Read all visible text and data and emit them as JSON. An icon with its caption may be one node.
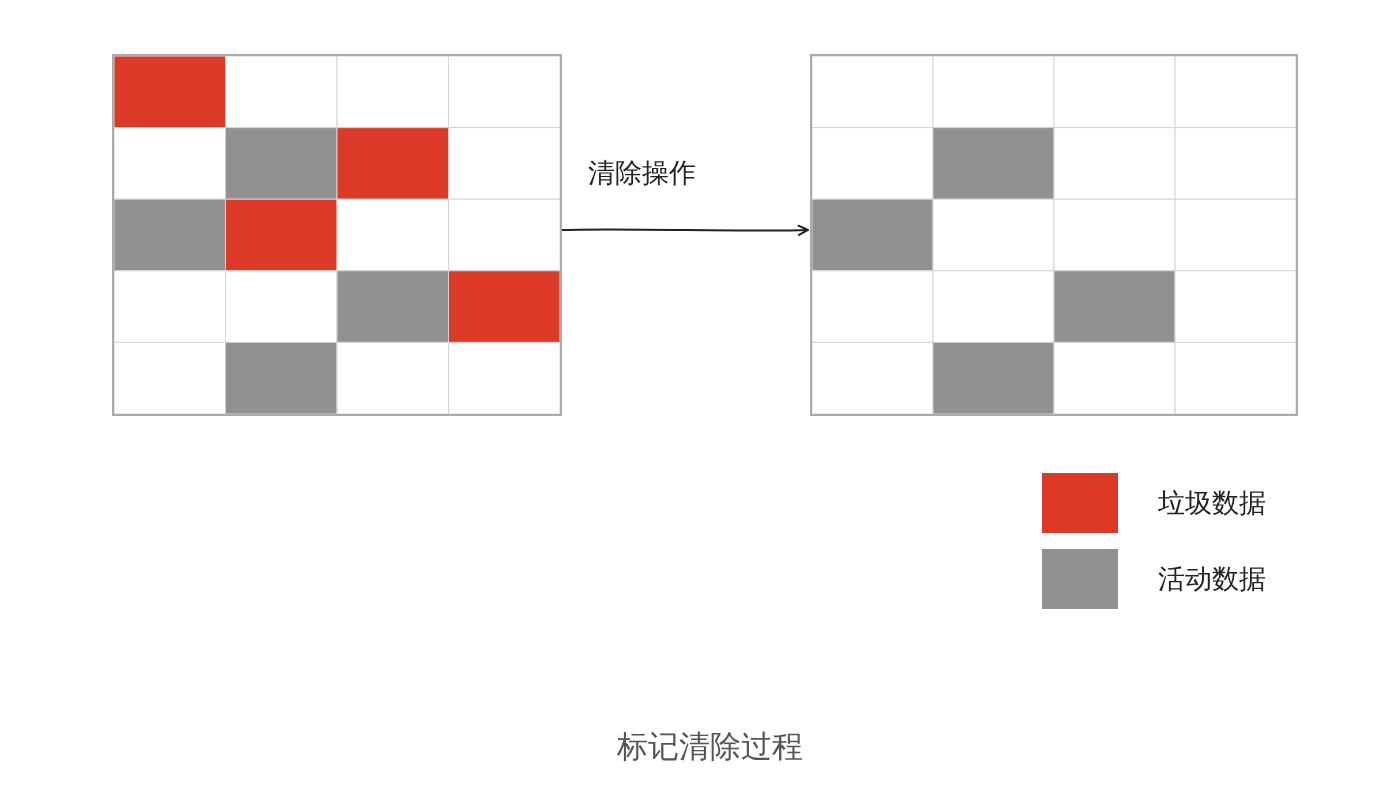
{
  "diagram": {
    "caption": "标记清除过程",
    "nodes": [
      {
        "text": [],
        "shape": "grid"
      },
      {
        "text": [],
        "shape": "grid"
      }
    ],
    "edges": [
      {
        "from": 0,
        "to": 1,
        "arrow": "to",
        "label": "清除操作"
      }
    ],
    "legend": [
      {
        "text": "垃圾数据",
        "color": "#dc3a26"
      },
      {
        "text": "活动数据",
        "color": "#919191"
      }
    ]
  }
}
